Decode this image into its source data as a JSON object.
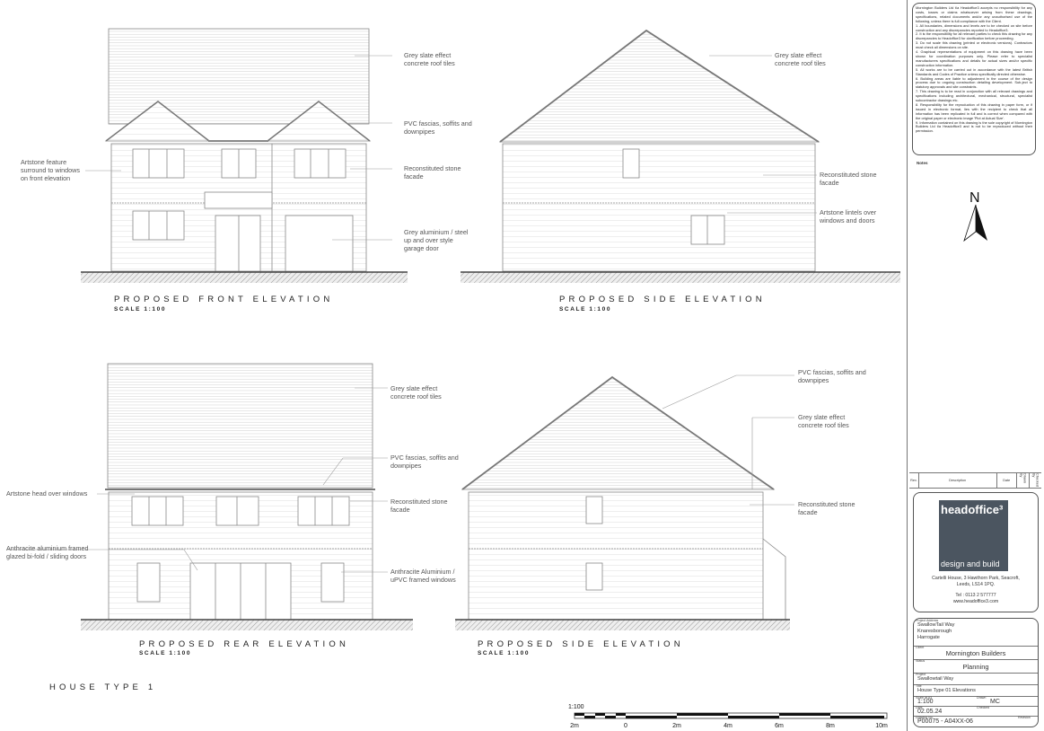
{
  "notes": {
    "heading": "Notes",
    "paragraphs": [
      "Mornington Builders Ltd t/a Headoffice3 accepts no responsibility for any costs, losses or claims whatsoever arising from these drawings, specifications, related documents and/or any unauthorised use of the following, unless there is full compliance with the Client.",
      "1. All boundaries, dimensions and levels are to be checked on site before construction and any discrepancies reported to Headoffice3.",
      "2. It is the responsibility for all relevant parties to check this drawing for any discrepancies to Headoffice3 for clarification before proceeding.",
      "3. Do not scale this drawing (printed or electronic versions). Contractors must check all dimensions on site.",
      "4. Graphical representations of equipment on this drawing have been shown for coordination purposes only. Please refer to specialist manufacturers specifications and details for actual sizes and/or specific construction information.",
      "5. All works are to be carried out in accordance with the latest British Standards and Codes of Practice unless specifically directed otherwise.",
      "6. Building areas are liable to adjustment in the course of the design process due to ongoing construction detailing development. Sub-ject to statutory approvals and site constraints.",
      "7. This drawing is to be read in conjunction with all relevant drawings and specifications including architectural, mechanical, structural, specialist subcontractor drawings etc.",
      "8. Responsibility for the reproduction of this drawing in paper form, or if issued in electronic format, lies with the recipient to check that all information has been replicated in full and is correct when compared with the original paper or electronic image 'Plot at Actual Size'.",
      "9. Information contained on this drawing is the sole copyright of Mornington Builders Ltd t/a Headoffice3 and is not to be reproduced without their permission."
    ]
  },
  "revision_table": {
    "headers": [
      "Rev.",
      "Description",
      "Date",
      "Drawn By",
      "Checked By"
    ]
  },
  "logo": {
    "brand": "headoffice³",
    "tagline": "design and build",
    "address_lines": [
      "Cartelli House, 3 Hawthorn Park, Seacroft,",
      "Leeds, LS14 1PQ."
    ],
    "tel": "Tel : 0113 2 577777",
    "web": "www.headoffice3.com",
    "color": "#4b5560"
  },
  "title_block": {
    "project_address_caption": "Project Address",
    "project_address": [
      "SwallowTail Way",
      "Knaresborough",
      "Harrogate"
    ],
    "client_caption": "Client",
    "client": "Mornington Builders",
    "status_caption": "Status",
    "status": "Planning",
    "project_caption": "Project",
    "project": "Swallowtail Way",
    "title_caption": "Title",
    "title": "House Type 01 Elevations",
    "scale_caption": "Scale at A3",
    "scale": "1:100",
    "drawn_caption": "Drawn",
    "drawn": "MC",
    "date_caption": "Date",
    "date": "02.05.24",
    "checked_caption": "Checked",
    "drawing_no_caption": "Drawing No.",
    "drawing_no": "P00075 - A04XX-06",
    "revision_caption": "Revision"
  },
  "north": {
    "label": "N",
    "icon": "north-arrow-icon"
  },
  "house_type": "HOUSE TYPE 1",
  "scale_bar": {
    "title": "1:100",
    "ticks": [
      "2m",
      "0",
      "2m",
      "4m",
      "6m",
      "8m",
      "10m"
    ]
  },
  "elevations": {
    "front": {
      "title": "PROPOSED FRONT ELEVATION",
      "scale": "SCALE 1:100",
      "labels": {
        "roof": [
          "Grey slate effect",
          "concrete roof tiles"
        ],
        "fascia": [
          "PVC fascias, soffits and",
          "downpipes"
        ],
        "artstone": [
          "Artstone feature",
          "surround to windows",
          "on front elevation"
        ],
        "stone": [
          "Reconstituted stone",
          "facade"
        ],
        "garage": [
          "Grey aluminium / steel",
          "up and over style",
          "garage door"
        ]
      }
    },
    "side_top": {
      "title": "PROPOSED SIDE ELEVATION",
      "scale": "SCALE 1:100",
      "labels": {
        "roof": [
          "Grey slate effect",
          "concrete roof tiles"
        ],
        "stone": [
          "Reconstituted stone",
          "facade"
        ],
        "lintels": [
          "Artstone lintels over",
          "windows and doors"
        ]
      }
    },
    "rear": {
      "title": "PROPOSED REAR ELEVATION",
      "scale": "SCALE 1:100",
      "labels": {
        "roof": [
          "Grey slate effect",
          "concrete roof tiles"
        ],
        "fascia": [
          "PVC fascias, soffits and",
          "downpipes"
        ],
        "head": [
          "Artstone head over windows"
        ],
        "stone": [
          "Reconstituted stone",
          "facade"
        ],
        "bifold": [
          "Anthracite aluminium framed",
          "glazed bi-fold / sliding doors"
        ],
        "windows": [
          "Anthracite Aluminium /",
          "uPVC framed windows"
        ]
      }
    },
    "side_bottom": {
      "title": "PROPOSED SIDE ELEVATION",
      "scale": "SCALE 1:100",
      "labels": {
        "fascia": [
          "PVC fascias, soffits and",
          "downpipes"
        ],
        "roof": [
          "Grey slate effect",
          "concrete roof tiles"
        ],
        "stone": [
          "Reconstituted stone",
          "facade"
        ]
      }
    }
  }
}
